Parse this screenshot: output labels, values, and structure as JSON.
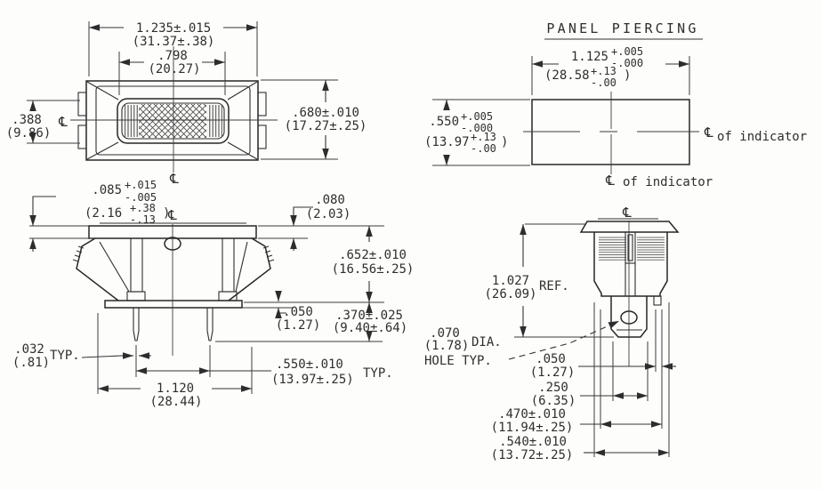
{
  "drawing": {
    "cl": "℄",
    "front": {
      "width_in": "1.235±.015",
      "width_mm": "(31.37±.38)",
      "window_in": ".798",
      "window_mm": "(20.27)",
      "height_in": ".680±.010",
      "height_mm": "(17.27±.25)",
      "tabs_in": ".388",
      "tabs_mm": "(9.86)"
    },
    "piercing": {
      "title": "PANEL PIERCING",
      "width_val": "1.125",
      "width_tp": "+.005",
      "width_tm": "-.000",
      "width_mm": "(28.58",
      "width_mm_tp": "+.13",
      "width_mm_tm": "-.00",
      "width_mm_cl": ")",
      "height_val": ".550",
      "height_tp": "+.005",
      "height_tm": "-.000",
      "height_mm": "(13.97",
      "height_mm_tp": "+.13",
      "height_mm_tm": "-.00",
      "height_mm_cl": ")",
      "cl_right": "of indicator",
      "cl_bottom": "of indicator"
    },
    "side": {
      "flange_val": ".085",
      "flange_tp": "+.015",
      "flange_tm": "-.005",
      "flange_mm": "(2.16",
      "flange_mm_tp": "+.38",
      "flange_mm_tm": "-.13",
      "flange_mm_cl": ")",
      "offset_in": ".080",
      "offset_mm": "(2.03)",
      "depth_in": ".652±.010",
      "depth_mm": "(16.56±.25)",
      "plate_in": ".050",
      "plate_mm": "(1.27)",
      "pins_in": ".370±.025",
      "pins_mm": "(9.40±.64)",
      "pinw_in": ".032",
      "pinw_mm": "(.81)",
      "pinw_typ": "TYP.",
      "overall_in": "1.120",
      "overall_mm": "(28.44)",
      "pitch_in": ".550±.010",
      "pitch_mm": "(13.97±.25)",
      "pitch_typ": "TYP."
    },
    "endv": {
      "ref_in": "1.027",
      "ref_mm": "(26.09)",
      "ref_lbl": "REF.",
      "hole_in": ".070",
      "hole_mm": "(1.78)",
      "hole_dia": "DIA.",
      "hole_lbl": "HOLE TYP.",
      "step_in": ".050",
      "step_mm": "(1.27)",
      "term_in": ".250",
      "term_mm": "(6.35)",
      "inner_in": ".470±.010",
      "inner_mm": "(11.94±.25)",
      "body_in": ".540±.010",
      "body_mm": "(13.72±.25)"
    }
  }
}
